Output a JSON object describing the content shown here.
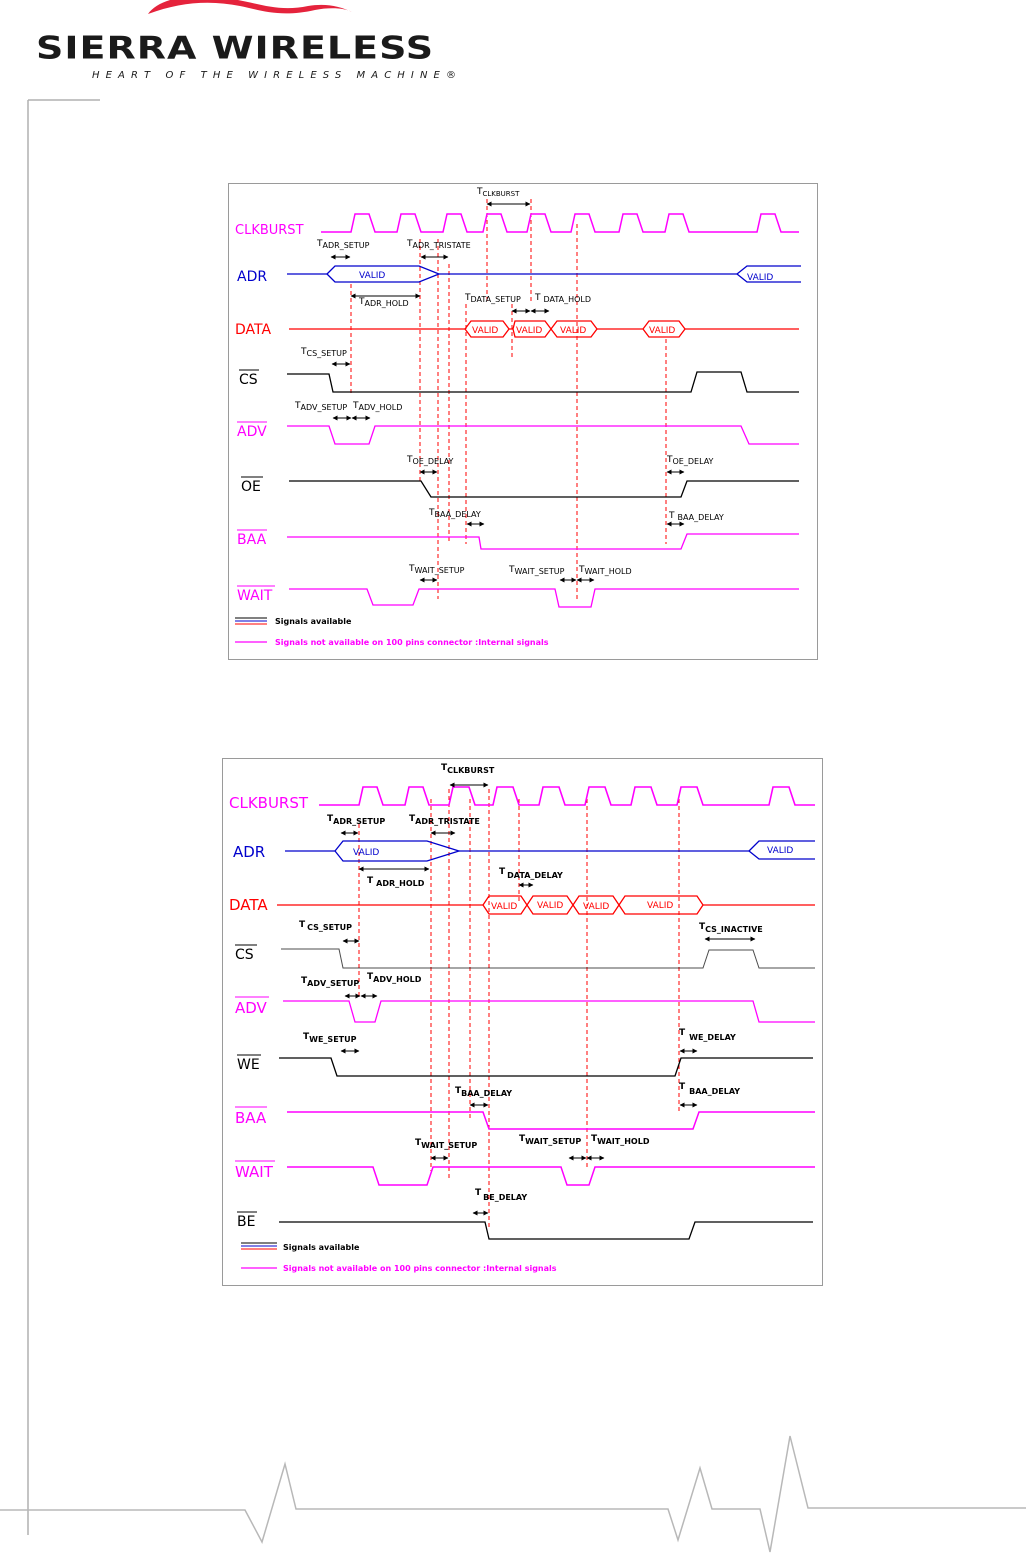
{
  "brand": {
    "name": "SIERRA WIRELESS",
    "tagline": "HEART OF THE WIRELESS MACHINE®"
  },
  "colors": {
    "clock": "#ff00ff",
    "internal": "#ff00ff",
    "address": "#0000cc",
    "data": "#ff0000",
    "control": "#000000",
    "timing_marker": "#ff0000"
  },
  "diagram1": {
    "signals": [
      "CLKBURST",
      "ADR",
      "DATA",
      "CS",
      "ADV",
      "OE",
      "BAA",
      "WAIT"
    ],
    "valid_label": "VALID",
    "timing": {
      "clkburst": {
        "t": "T",
        "sub": "CLKBURST"
      },
      "adr_setup": {
        "t": "T",
        "sub": "ADR_SETUP"
      },
      "adr_tristate": {
        "t": "T",
        "sub": "ADR_TRISTATE"
      },
      "adr_hold": {
        "t": "T",
        "sub": "ADR_HOLD"
      },
      "data_setup": {
        "t": "T",
        "sub": "DATA_SETUP"
      },
      "data_hold": {
        "t": "T",
        "sub": "DATA_HOLD"
      },
      "cs_setup": {
        "t": "T",
        "sub": "CS_SETUP"
      },
      "adv_setup": {
        "t": "T",
        "sub": "ADV_SETUP"
      },
      "adv_hold": {
        "t": "T",
        "sub": "ADV_HOLD"
      },
      "oe_delay_1": {
        "t": "T",
        "sub": "OE_DELAY"
      },
      "oe_delay_2": {
        "t": "T",
        "sub": "OE_DELAY"
      },
      "baa_delay_1": {
        "t": "T",
        "sub": "BAA_DELAY"
      },
      "baa_delay_2": {
        "t": "T",
        "sub": "BAA_DELAY"
      },
      "wait_setup_1": {
        "t": "T",
        "sub": "WAIT_SETUP"
      },
      "wait_setup_2": {
        "t": "T",
        "sub": "WAIT_SETUP"
      },
      "wait_hold": {
        "t": "T",
        "sub": "WAIT_HOLD"
      }
    },
    "legend": {
      "available": "Signals available",
      "internal": "Signals not available on 100 pins connector :Internal signals"
    }
  },
  "diagram2": {
    "signals": [
      "CLKBURST",
      "ADR",
      "DATA",
      "CS",
      "ADV",
      "WE",
      "BAA",
      "WAIT",
      "BE"
    ],
    "valid_label": "VALID",
    "timing": {
      "clkburst": {
        "t": "T",
        "sub": "CLKBURST"
      },
      "adr_setup": {
        "t": "T",
        "sub": "ADR_SETUP"
      },
      "adr_tristate": {
        "t": "T",
        "sub": "ADR_TRISTATE"
      },
      "adr_hold": {
        "t": "T",
        "sub": "ADR_HOLD"
      },
      "data_delay": {
        "t": "T",
        "sub": "DATA_DELAY"
      },
      "cs_setup": {
        "t": "T",
        "sub": "CS_SETUP"
      },
      "cs_inactive": {
        "t": "T",
        "sub": "CS_INACTIVE"
      },
      "adv_setup": {
        "t": "T",
        "sub": "ADV_SETUP"
      },
      "adv_hold": {
        "t": "T",
        "sub": "ADV_HOLD"
      },
      "we_setup": {
        "t": "T",
        "sub": "WE_SETUP"
      },
      "we_delay": {
        "t": "T",
        "sub": "WE_DELAY"
      },
      "baa_delay_1": {
        "t": "T",
        "sub": "BAA_DELAY"
      },
      "baa_delay_2": {
        "t": "T",
        "sub": "BAA_DELAY"
      },
      "wait_setup_1": {
        "t": "T",
        "sub": "WAIT_SETUP"
      },
      "wait_setup_2": {
        "t": "T",
        "sub": "WAIT_SETUP"
      },
      "wait_hold": {
        "t": "T",
        "sub": "WAIT_HOLD"
      },
      "be_delay": {
        "t": "T",
        "sub": "BE_DELAY"
      }
    },
    "legend": {
      "available": "Signals available",
      "internal": "Signals not available on 100 pins connector :Internal signals"
    }
  }
}
